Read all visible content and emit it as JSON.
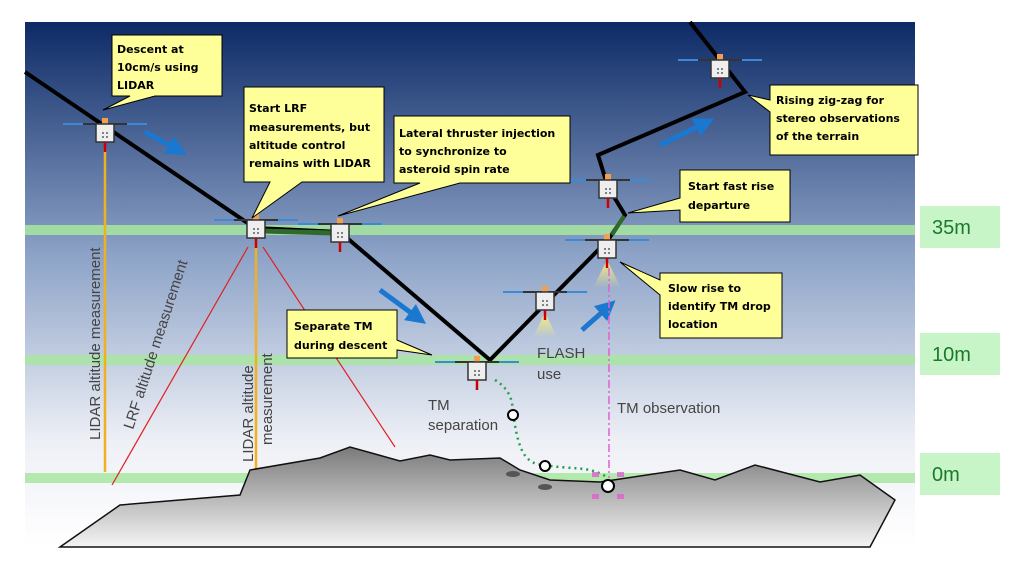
{
  "callouts": {
    "descent": [
      "Descent at",
      "10cm/s using",
      "LIDAR"
    ],
    "lrf_start": [
      "Start LRF",
      "measurements, but",
      "altitude control",
      "remains with LIDAR"
    ],
    "lateral": [
      "Lateral thruster injection",
      "to synchronize to",
      "asteroid spin rate"
    ],
    "zigzag": [
      "Rising zig-zag for",
      "stereo observations",
      "of the terrain"
    ],
    "fast_rise": [
      "Start fast rise",
      "departure"
    ],
    "slow_rise": [
      "Slow rise to",
      "identify TM drop",
      "location"
    ],
    "separate": [
      "Separate TM",
      "during descent"
    ]
  },
  "labels": {
    "lidar_left": "LIDAR altitude measurement",
    "lrf": "LRF altitude measurement",
    "lidar_center": [
      "LIDAR altitude",
      "measurement"
    ],
    "flash": [
      "FLASH",
      "use"
    ],
    "tm_separation": [
      "TM",
      "separation"
    ],
    "tm_observation": "TM observation"
  },
  "altitudes": [
    "35m",
    "10m",
    "0m"
  ],
  "colors": {
    "sky_top": "#0d2a66",
    "sky_bottom": "#ffffff",
    "callout_fill": "#ffff99",
    "altitude_band": "#a8e6a0",
    "arrow": "#1a78d0",
    "lidar_beam": "#f0b020",
    "lrf_beam": "#e02020",
    "tm_path": "#20a050",
    "observation_line": "#e060d0",
    "ground": "#8a8a8a"
  }
}
